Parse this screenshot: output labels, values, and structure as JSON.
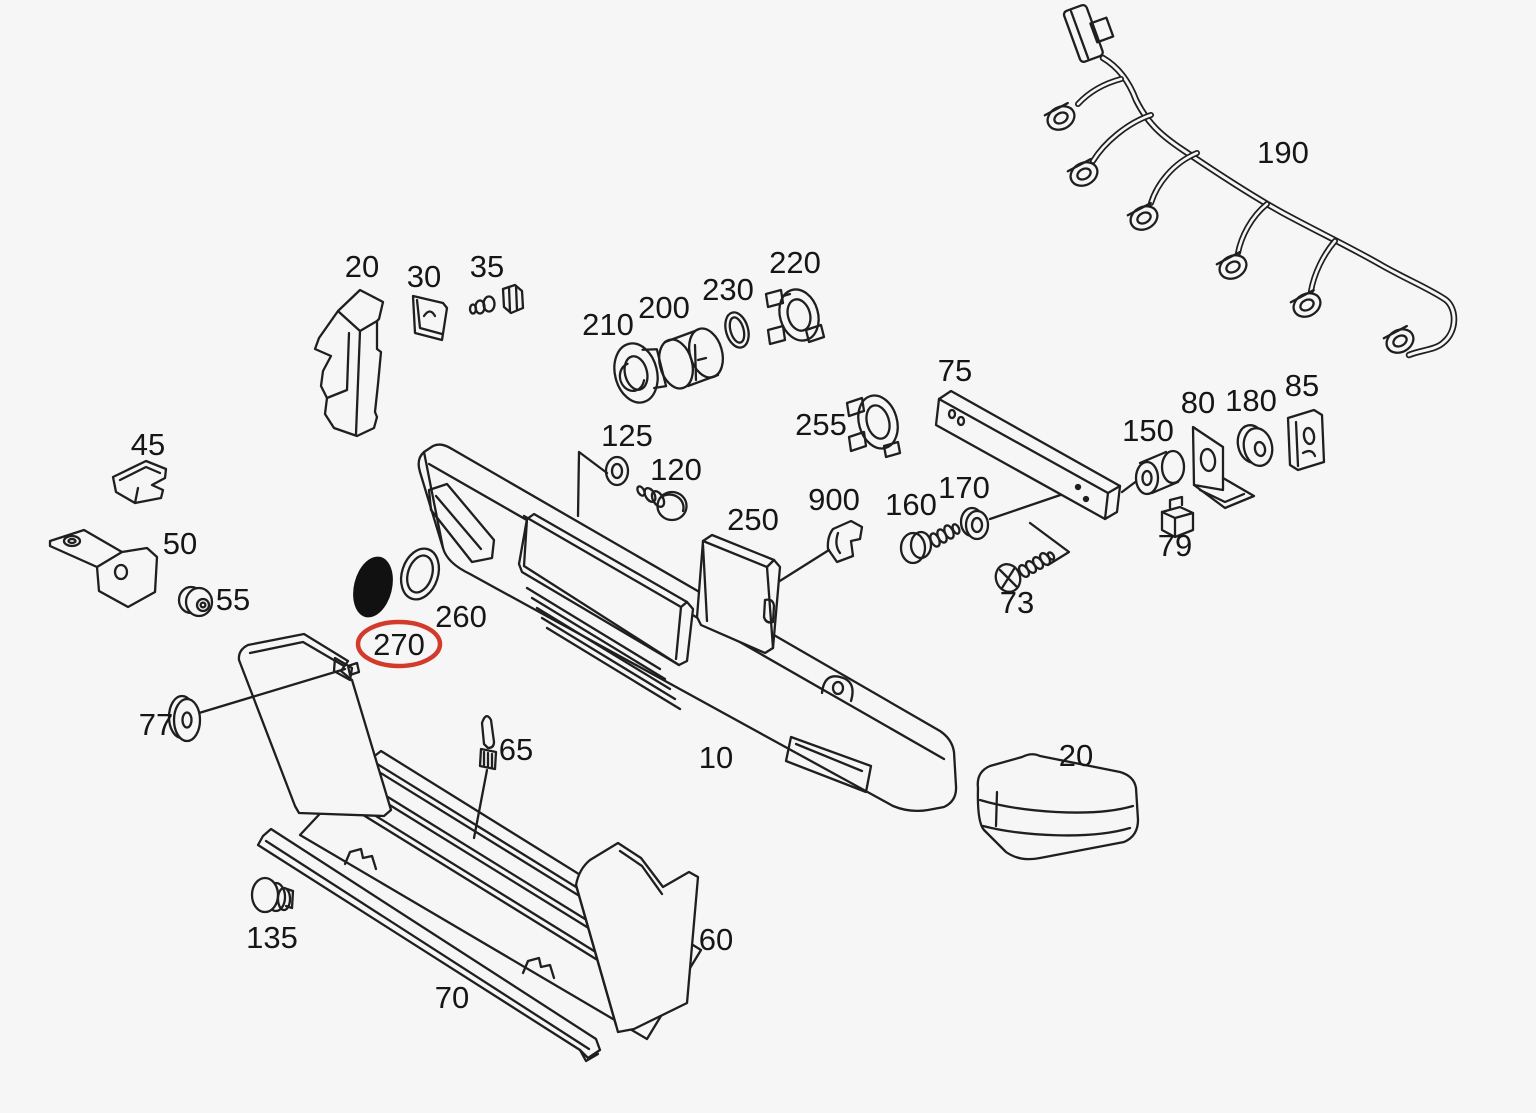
{
  "diagram": {
    "kind": "exploded-parts-diagram",
    "background_color": "#f6f6f6",
    "line_color": "#1f1f1f",
    "text_color": "#161616",
    "highlight": {
      "circled_label": "270",
      "color": "#d23a2b",
      "shape": "ellipse-outline"
    }
  },
  "labels": [
    {
      "text": "20"
    },
    {
      "text": "30"
    },
    {
      "text": "35"
    },
    {
      "text": "210"
    },
    {
      "text": "200"
    },
    {
      "text": "230"
    },
    {
      "text": "220"
    },
    {
      "text": "255"
    },
    {
      "text": "75"
    },
    {
      "text": "80"
    },
    {
      "text": "180"
    },
    {
      "text": "85"
    },
    {
      "text": "150"
    },
    {
      "text": "125"
    },
    {
      "text": "120"
    },
    {
      "text": "250"
    },
    {
      "text": "900"
    },
    {
      "text": "160"
    },
    {
      "text": "170"
    },
    {
      "text": "45"
    },
    {
      "text": "50"
    },
    {
      "text": "55"
    },
    {
      "text": "260"
    },
    {
      "text": "270"
    },
    {
      "text": "77"
    },
    {
      "text": "79"
    },
    {
      "text": "73"
    },
    {
      "text": "65"
    },
    {
      "text": "10"
    },
    {
      "text": "20"
    },
    {
      "text": "60"
    },
    {
      "text": "135"
    },
    {
      "text": "70"
    },
    {
      "text": "190"
    }
  ]
}
